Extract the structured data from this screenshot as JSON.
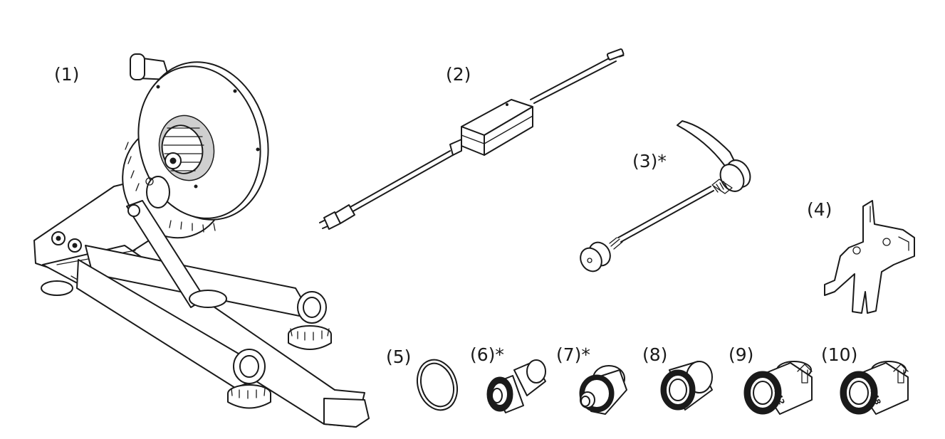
{
  "labels": {
    "p1": "(1)",
    "p2": "(2)",
    "p3": "(3)*",
    "p4": "(4)",
    "p5": "(5)",
    "p6": "(6)*",
    "p7": "(7)*",
    "p8": "(8)",
    "p9": "(9)",
    "p10": "(10)"
  },
  "markings": {
    "adapter9": "142",
    "adapter10": "148"
  },
  "colors": {
    "line": "#1a1a1a",
    "background": "#ffffff",
    "shade": "#cfcfcf"
  }
}
